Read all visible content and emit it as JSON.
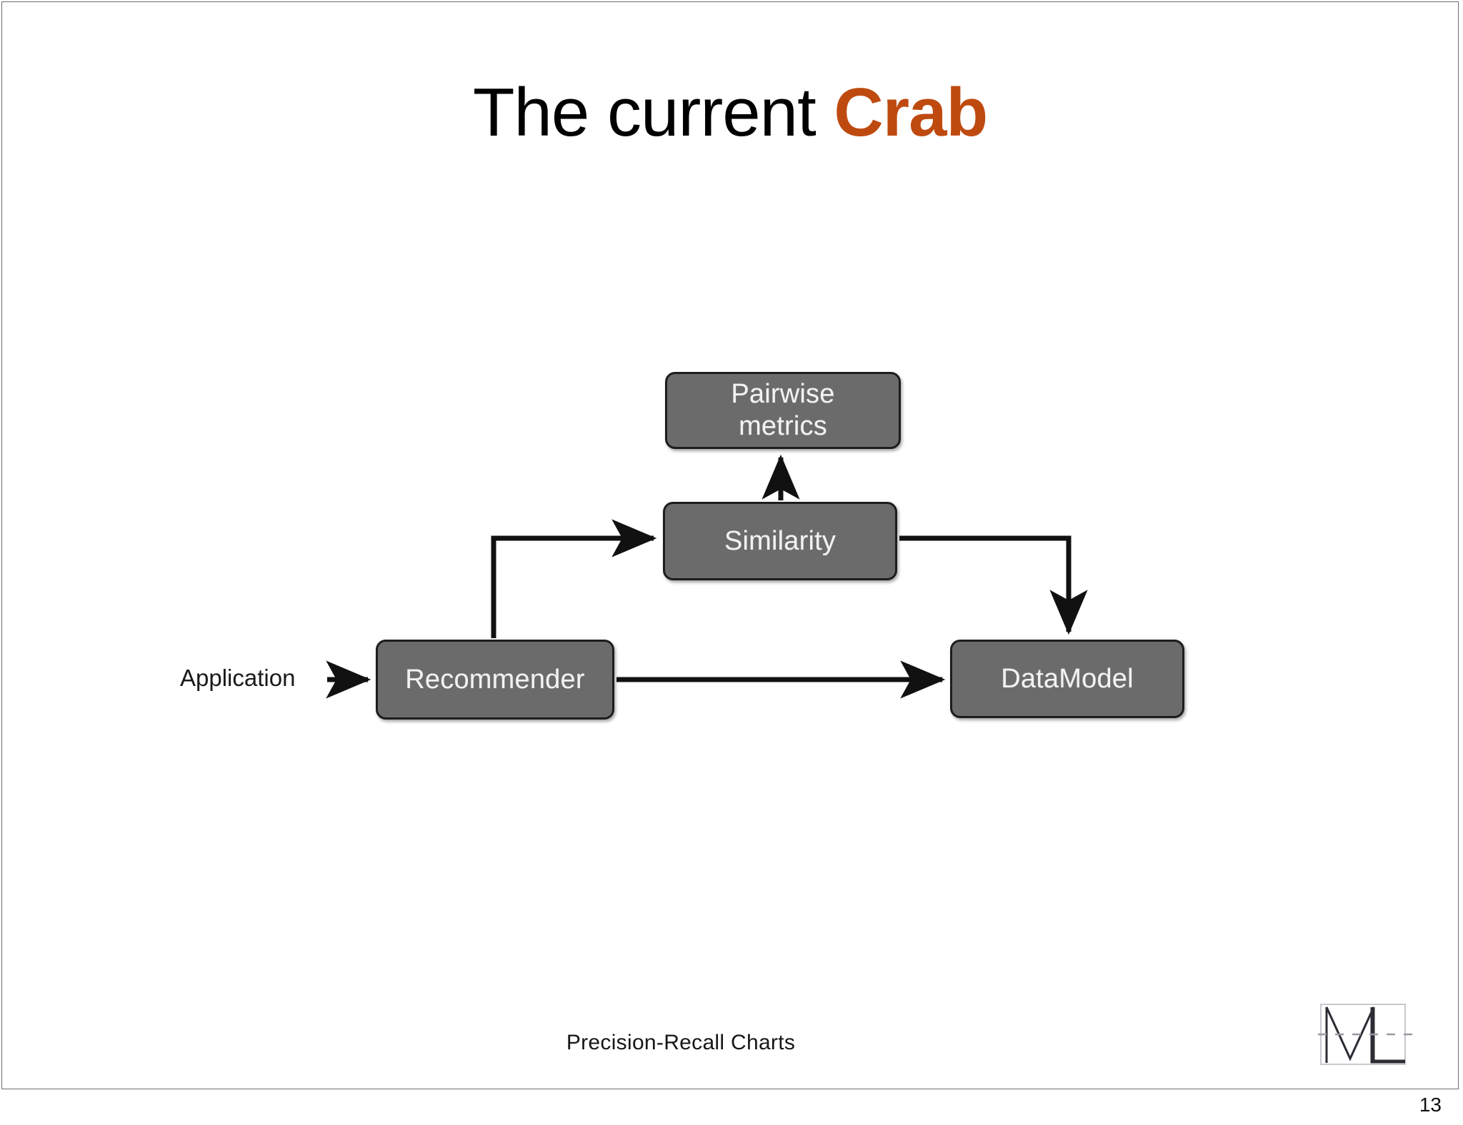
{
  "slide": {
    "title_plain": "The current ",
    "title_accent": "Crab",
    "accent_color": "#BF4A10",
    "footer": "Precision-Recall Charts",
    "page_number": "13",
    "logo_text": "ML",
    "box_fill": "#6B6B6B",
    "box_border": "#1D1D1D",
    "box_text_color": "#F2F2F2",
    "background": "#FFFFFF",
    "frame_border": "#6D6E72"
  },
  "diagram": {
    "type": "flow-diagram",
    "external_label": "Application",
    "nodes": [
      {
        "id": "pairwise",
        "label": "Pairwise metrics",
        "line1": "Pairwise",
        "line2": "metrics"
      },
      {
        "id": "similarity",
        "label": "Similarity"
      },
      {
        "id": "recommender",
        "label": "Recommender"
      },
      {
        "id": "datamodel",
        "label": "DataModel"
      }
    ],
    "edges": [
      {
        "from": "Application",
        "to": "Recommender",
        "style": "straight-right-arrow"
      },
      {
        "from": "Recommender",
        "to": "Similarity",
        "style": "up-then-right-arrow"
      },
      {
        "from": "Recommender",
        "to": "DataModel",
        "style": "straight-right-arrow"
      },
      {
        "from": "Similarity",
        "to": "Pairwise metrics",
        "style": "up-arrow"
      },
      {
        "from": "Similarity",
        "to": "DataModel",
        "style": "right-then-down-arrow"
      }
    ]
  }
}
